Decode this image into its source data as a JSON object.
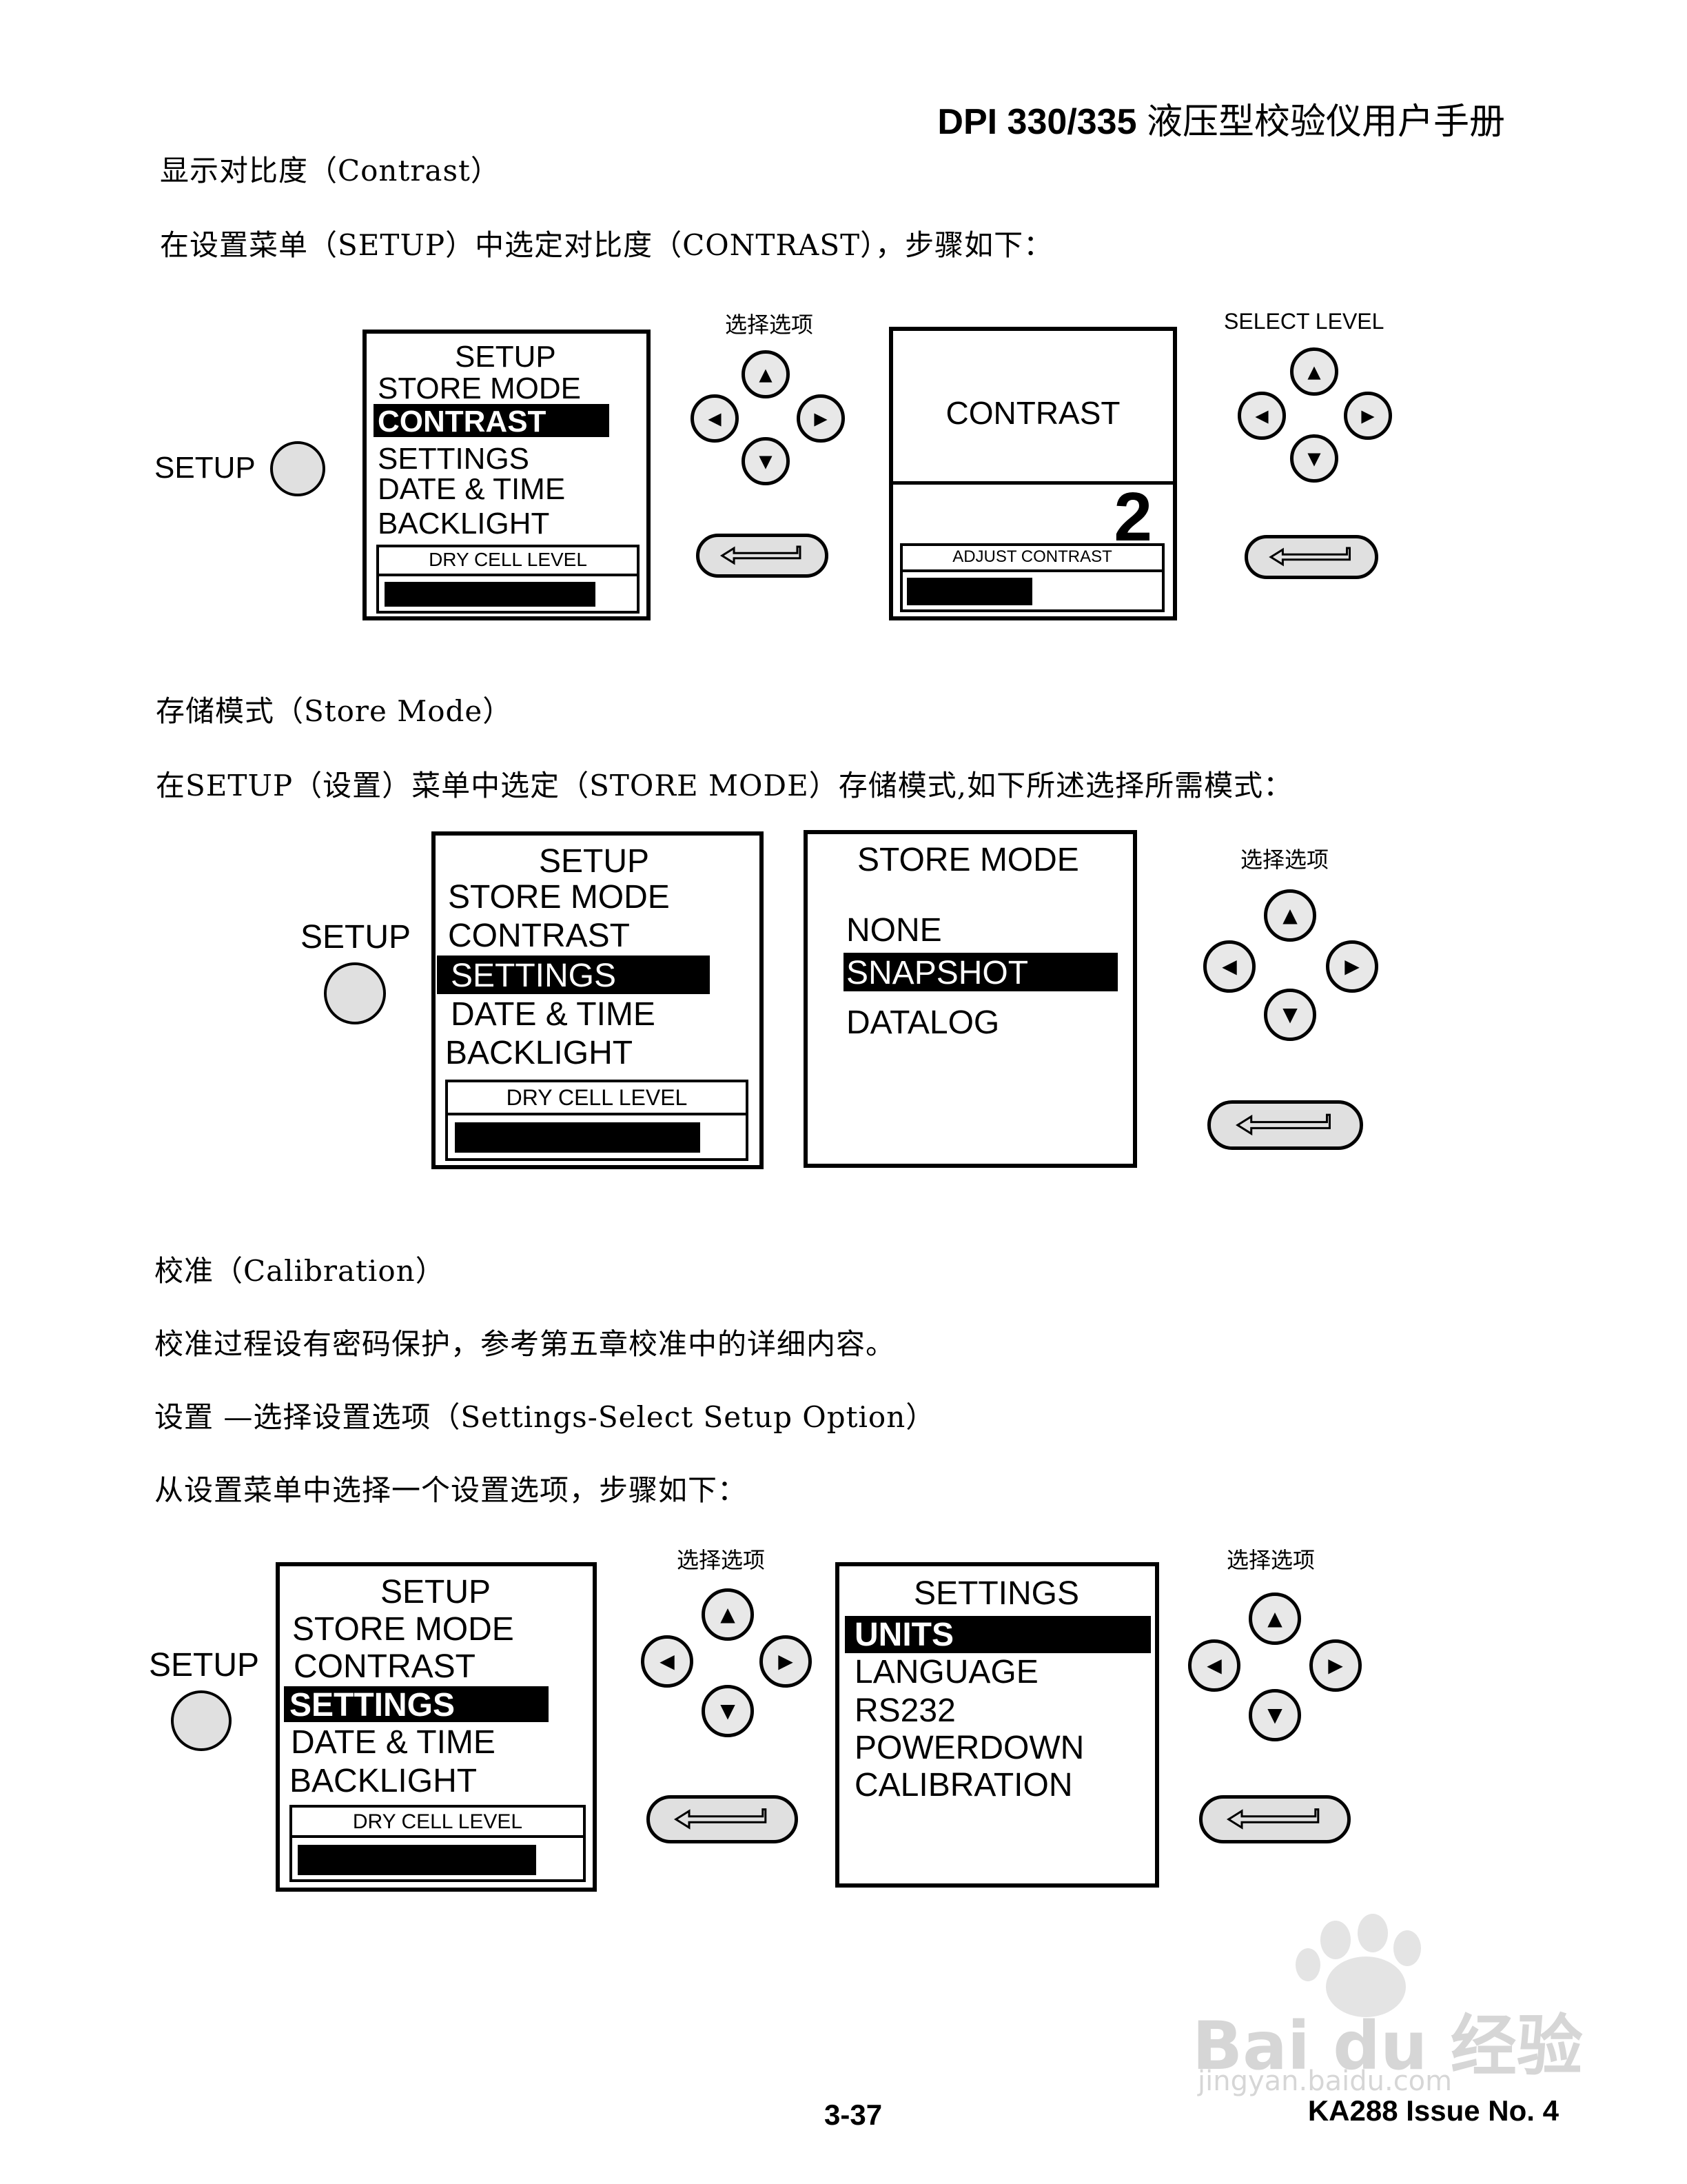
{
  "header": {
    "title_bold": "DPI 330/335",
    "title_cn": "液压型校验仪用户手册"
  },
  "sections": {
    "contrast_heading": "显示对比度（Contrast）",
    "contrast_desc": "在设置菜单（SETUP）中选定对比度（CONTRAST），步骤如下：",
    "store_heading": "存储模式（Store Mode）",
    "store_desc": "在SETUP（设置）菜单中选定（STORE MODE）存储模式,如下所述选择所需模式：",
    "calib_heading": "校准（Calibration）",
    "calib_desc": "校准过程设有密码保护，参考第五章校准中的详细内容。",
    "settings_heading": "设置 —选择设置选项（Settings-Select Setup Option）",
    "settings_desc": "从设置菜单中选择一个设置选项，步骤如下："
  },
  "setup_button_label": "SETUP",
  "setup_menu": {
    "title": "SETUP",
    "items": [
      "STORE  MODE",
      "CONTRAST",
      "SETTINGS",
      "DATE & TIME",
      "BACKLIGHT"
    ],
    "dry_cell_label": "DRY CELL LEVEL"
  },
  "fig1": {
    "dpad_label_1": "选择选项",
    "contrast_screen": {
      "title": "CONTRAST",
      "value": "2",
      "adjust_label": "ADJUST  CONTRAST",
      "level_fraction": 0.5
    },
    "dpad_label_2": "SELECT  LEVEL"
  },
  "fig2": {
    "store_mode_screen": {
      "title": "STORE  MODE",
      "items": [
        "NONE",
        "SNAPSHOT",
        "DATALOG"
      ]
    },
    "dpad_label": "选择选项"
  },
  "fig3": {
    "dpad_label_1": "选择选项",
    "settings_screen": {
      "title": "SETTINGS",
      "items": [
        "UNITS",
        "LANGUAGE",
        "RS232",
        "POWERDOWN",
        "CALIBRATION"
      ]
    },
    "dpad_label_2": "选择选项"
  },
  "dpad_arrows": {
    "up": "▲",
    "down": "▼",
    "left": "◀",
    "right": "▶"
  },
  "footer": {
    "page_number": "3-37",
    "issue": "KA288  Issue No. 4"
  },
  "watermark": {
    "brand": "Bai du 经验",
    "url": "jingyan.baidu.com"
  }
}
